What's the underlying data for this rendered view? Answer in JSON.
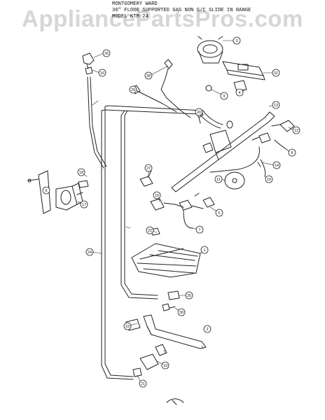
{
  "watermark": "AppliancePartsPros.com",
  "header": {
    "line1": "MONTGOMERY WARD",
    "line2": "30\" FLOOR SUPPORTED GAS NON S/C SLIDE IN RANGE",
    "line3": "MODEL KTM-24"
  },
  "callouts": [
    "1",
    "2",
    "3",
    "4",
    "5",
    "6",
    "7",
    "8",
    "9",
    "10",
    "11",
    "12",
    "13",
    "14",
    "15",
    "16",
    "17",
    "18",
    "19",
    "20",
    "21",
    "22",
    "23",
    "24",
    "25",
    "26",
    "27",
    "28",
    "29",
    "30",
    "31"
  ]
}
